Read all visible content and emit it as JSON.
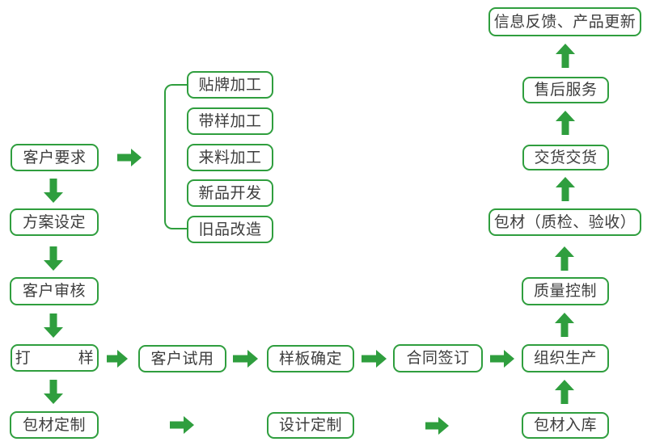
{
  "colors": {
    "green": "#2f9e3e",
    "text": "#3d3d3d",
    "background": "#ffffff"
  },
  "nodes": {
    "customer_request": "客户要求",
    "plan_setting": "方案设定",
    "customer_review": "客户审核",
    "sampling": "打　　　样",
    "packaging_customization": "包材定制",
    "oem_processing": "贴牌加工",
    "sample_processing": "带样加工",
    "incoming_material_processing": "来料加工",
    "new_product_development": "新品开发",
    "old_product_renovation": "旧品改造",
    "customer_trial": "客户试用",
    "sample_confirmation": "样板确定",
    "contract_signing": "合同签订",
    "production_organization": "组织生产",
    "design_customization": "设计定制",
    "packaging_warehousing": "包材入库",
    "quality_control": "质量控制",
    "packaging_inspection": "包材（质检、验收）",
    "delivery": "交货交货",
    "after_sales_service": "售后服务",
    "feedback_and_update": "信息反馈、产品更新"
  }
}
